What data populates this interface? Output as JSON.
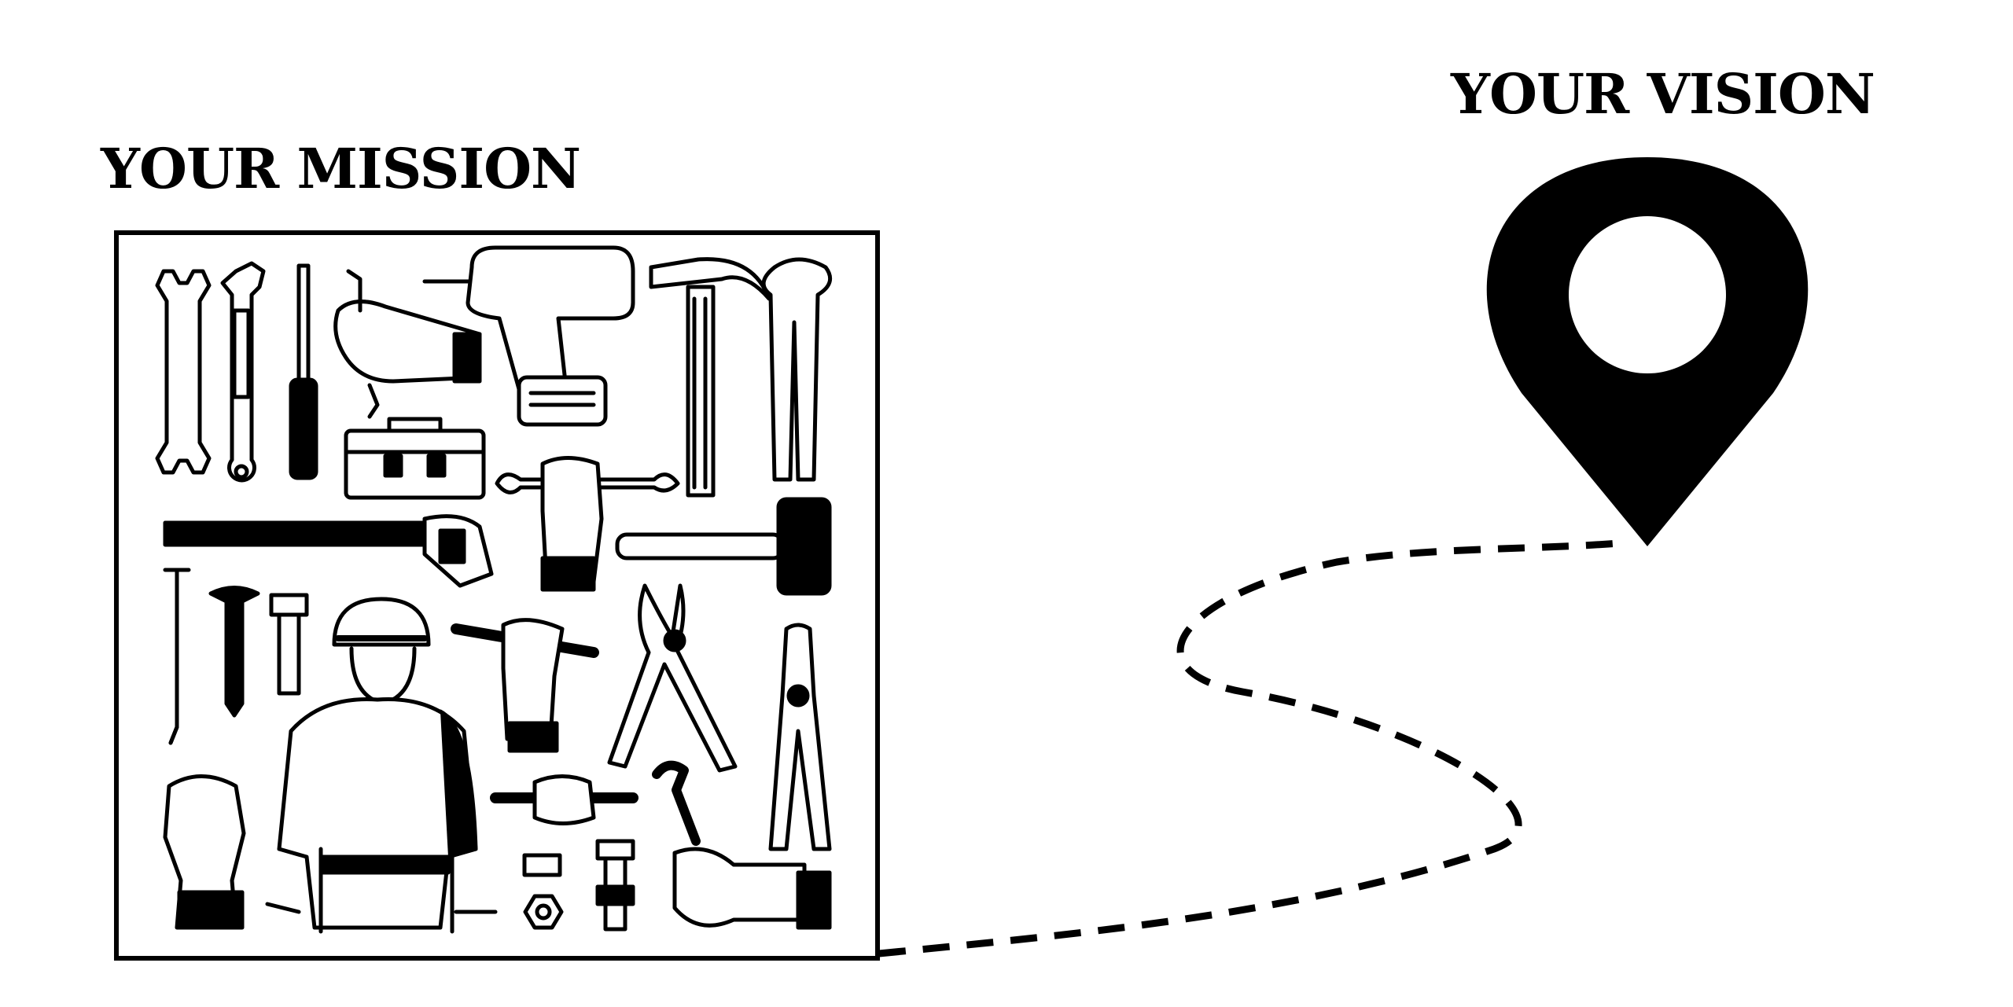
{
  "mission": {
    "title": "YOUR MISSION"
  },
  "vision": {
    "title": "YOUR VISION"
  },
  "illustration": {
    "subject": "hand tools collage with construction worker",
    "icons": [
      "wrench-icon",
      "adjustable-wrench-icon",
      "screwdriver-icon",
      "drill-icon",
      "hammer-icon",
      "pincers-icon",
      "toolbox-icon",
      "saw-icon",
      "mallet-icon",
      "nail-icon",
      "screw-icon",
      "bolt-icon",
      "worker-icon",
      "pliers-icon",
      "fist-icon",
      "nut-icon"
    ]
  },
  "marker": {
    "icon": "location-pin-icon",
    "color": "#000000"
  },
  "path": {
    "style": "dashed",
    "color": "#000000"
  }
}
